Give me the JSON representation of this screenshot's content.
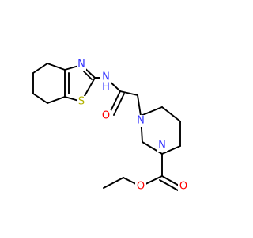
{
  "molecule": {
    "colors": {
      "bond": "#000000",
      "nitrogen": "#3333ff",
      "oxygen": "#ff0000",
      "sulfur": "#b2b200"
    },
    "atoms": [
      {
        "id": "n_thiazole",
        "label": "N",
        "element": "nitrogen"
      },
      {
        "id": "s_thiazole",
        "label": "S",
        "element": "sulfur"
      },
      {
        "id": "nh_amide",
        "label": "N",
        "sub": "H",
        "element": "nitrogen"
      },
      {
        "id": "o_carbonyl",
        "label": "O",
        "element": "oxygen"
      },
      {
        "id": "n_piperazine_1",
        "label": "N",
        "element": "nitrogen"
      },
      {
        "id": "n_piperazine_4",
        "label": "N",
        "element": "nitrogen"
      },
      {
        "id": "o_carbamate_carbonyl",
        "label": "O",
        "element": "oxygen"
      },
      {
        "id": "o_ester",
        "label": "O",
        "element": "oxygen"
      }
    ]
  }
}
